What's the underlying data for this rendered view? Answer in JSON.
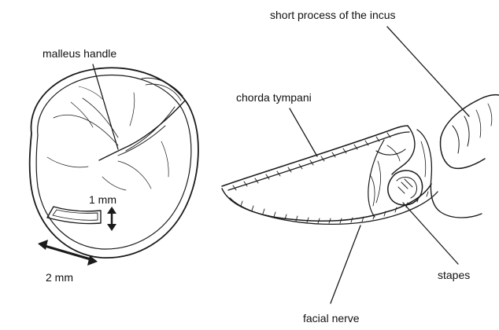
{
  "figure": {
    "labels": {
      "short_process": "short process of the incus",
      "malleus_handle": "malleus handle",
      "chorda_tympani": "chorda tympani",
      "scale_1mm": "1 mm",
      "scale_2mm": "2 mm",
      "stapes": "stapes",
      "facial_nerve": "facial nerve"
    }
  }
}
